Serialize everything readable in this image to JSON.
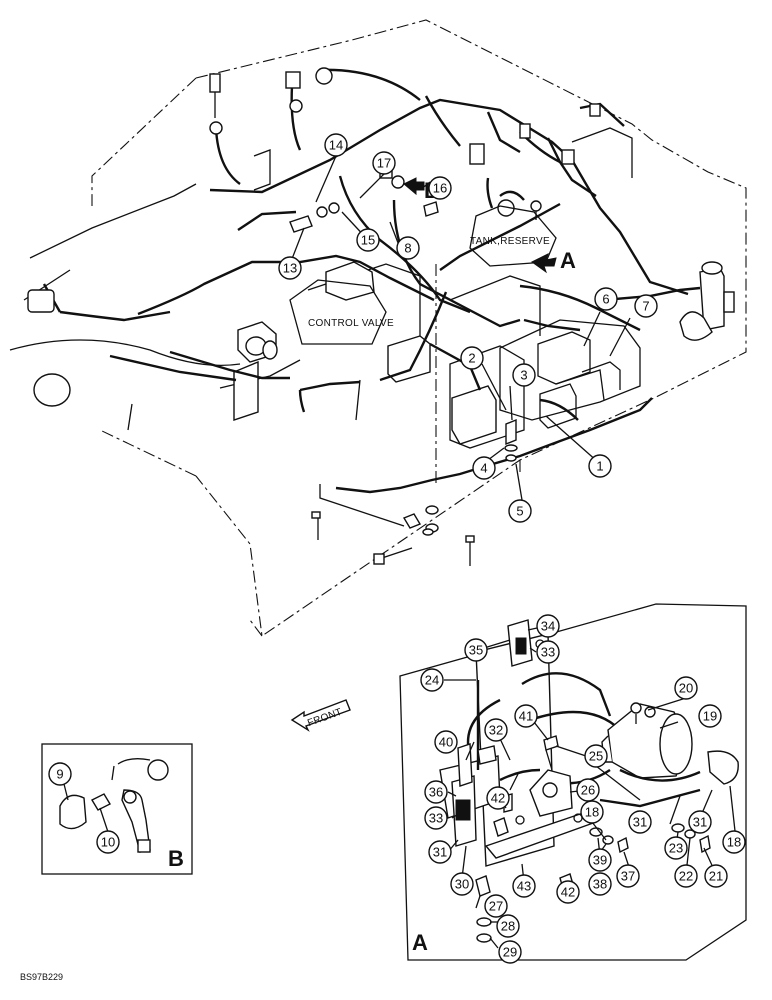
{
  "labels": {
    "tank_reserve": "TANK,RESERVE",
    "control_valve": "CONTROL VALVE",
    "front": "FRONT",
    "view_a_arrow": "A",
    "view_b_arrow": "B",
    "inset_a": "A",
    "inset_b": "B",
    "ref_code": "BS97B229"
  },
  "callouts": [
    "1",
    "2",
    "3",
    "4",
    "5",
    "6",
    "7",
    "8",
    "13",
    "14",
    "15",
    "16",
    "17",
    "9",
    "10",
    "18",
    "18",
    "19",
    "20",
    "21",
    "22",
    "23",
    "24",
    "25",
    "26",
    "27",
    "28",
    "29",
    "30",
    "31",
    "31",
    "31",
    "32",
    "33",
    "33",
    "34",
    "35",
    "36",
    "37",
    "38",
    "39",
    "40",
    "41",
    "42",
    "42",
    "43"
  ]
}
